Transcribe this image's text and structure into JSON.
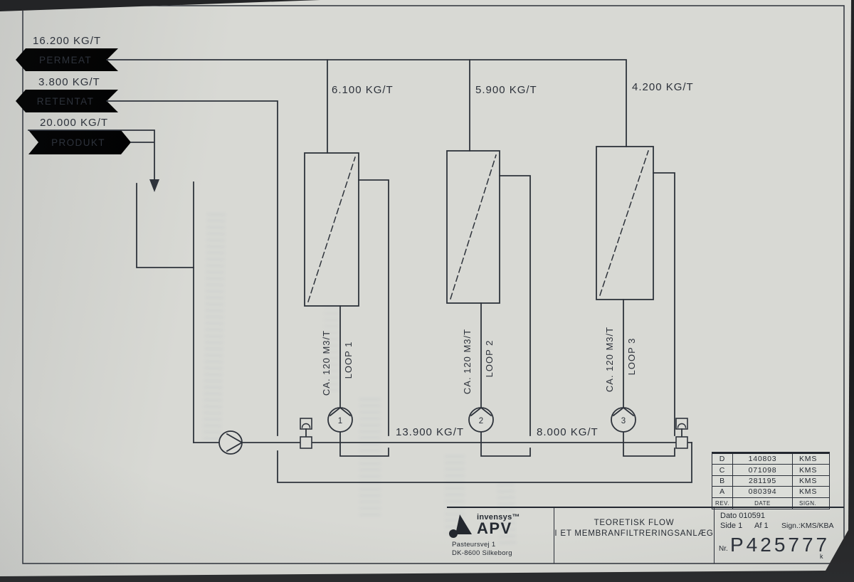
{
  "streams": {
    "permeat": {
      "rate": "16.200 KG/T",
      "label": "PERMEAT"
    },
    "retentat": {
      "rate": "3.800 KG/T",
      "label": "RETENTAT"
    },
    "produkt": {
      "rate": "20.000 KG/T",
      "label": "PRODUKT"
    }
  },
  "permeate_flows": {
    "loop1": "6.100 KG/T",
    "loop2": "5.900 KG/T",
    "loop3": "4.200 KG/T"
  },
  "line_flows": {
    "after_loop1": "13.900 KG/T",
    "after_loop2": "8.000 KG/T"
  },
  "loops": [
    {
      "circulation": "CA. 120 M3/T",
      "name": "LOOP 1",
      "pump_no": "1"
    },
    {
      "circulation": "CA. 120 M3/T",
      "name": "LOOP 2",
      "pump_no": "2"
    },
    {
      "circulation": "CA. 120 M3/T",
      "name": "LOOP 3",
      "pump_no": "3"
    }
  ],
  "title_block": {
    "revisions": [
      {
        "rev": "D",
        "date": "140803",
        "sign": "KMS"
      },
      {
        "rev": "C",
        "date": "071098",
        "sign": "KMS"
      },
      {
        "rev": "B",
        "date": "281195",
        "sign": "KMS"
      },
      {
        "rev": "A",
        "date": "080394",
        "sign": "KMS"
      }
    ],
    "rev_header": {
      "rev": "REV.",
      "date": "DATE",
      "sign": "SIGN."
    },
    "company": {
      "brand_small": "invensys™",
      "brand_large": "APV",
      "address_line1": "Pasteursvej 1",
      "address_line2": "DK-8600 Silkeborg"
    },
    "title_line1": "TEORETISK FLOW",
    "title_line2": "I ET MEMBRANFILTRERINGSANLÆG",
    "dato": "Dato 010591",
    "side": "Side 1",
    "af": "Af 1",
    "sign": "Sign.:KMS/KBA",
    "nr_label": "Nr.",
    "drawing_no": "P425777",
    "corner_mark": "k"
  }
}
